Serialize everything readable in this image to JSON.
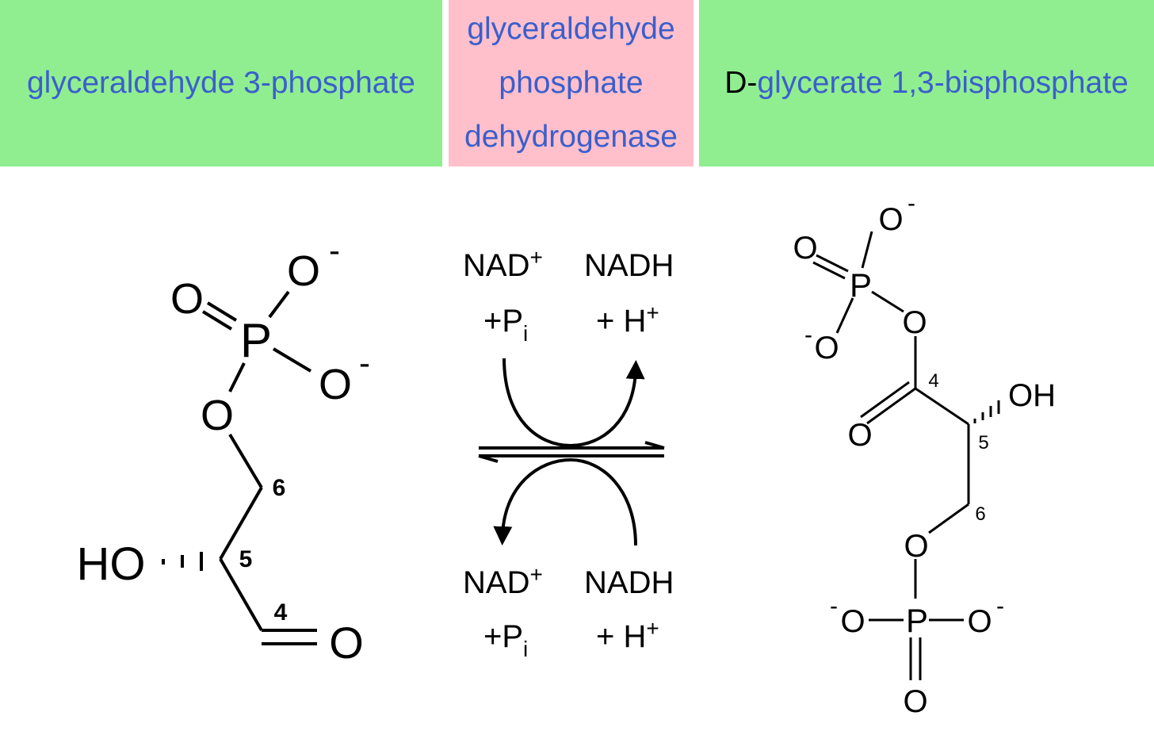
{
  "header": {
    "substrate_label": "glyceraldehyde 3-phosphate",
    "enzyme_line1": "glyceraldehyde",
    "enzyme_line2": "phosphate",
    "enzyme_line3": "dehydrogenase",
    "product_prefix": "D-",
    "product_label": "glycerate 1,3-bisphosphate",
    "colors": {
      "substrate_bg": "#90ee90",
      "enzyme_bg": "#ffc0cb",
      "link": "#3a5fcd"
    }
  },
  "reaction": {
    "top_left_cofactor": "NAD",
    "top_left_charge": "+",
    "top_left_addend_prefix": "+P",
    "top_left_addend_sub": "i",
    "top_right_cofactor": "NADH",
    "top_right_addend_prefix": "+ H",
    "top_right_addend_sup": "+",
    "bottom_left_cofactor": "NAD",
    "bottom_left_charge": "+",
    "bottom_left_addend_prefix": "+P",
    "bottom_left_addend_sub": "i",
    "bottom_right_cofactor": "NADH",
    "bottom_right_addend_prefix": "+ H",
    "bottom_right_addend_sup": "+"
  },
  "substrate_structure": {
    "atom_o": "O",
    "atom_p": "P",
    "atom_ho": "HO",
    "charge": "-",
    "carbon_6": "6",
    "carbon_5": "5",
    "carbon_4": "4"
  },
  "product_structure": {
    "atom_o": "O",
    "atom_p": "P",
    "atom_oh": "OH",
    "charge": "-",
    "carbon_4": "4",
    "carbon_5": "5",
    "carbon_6": "6"
  }
}
